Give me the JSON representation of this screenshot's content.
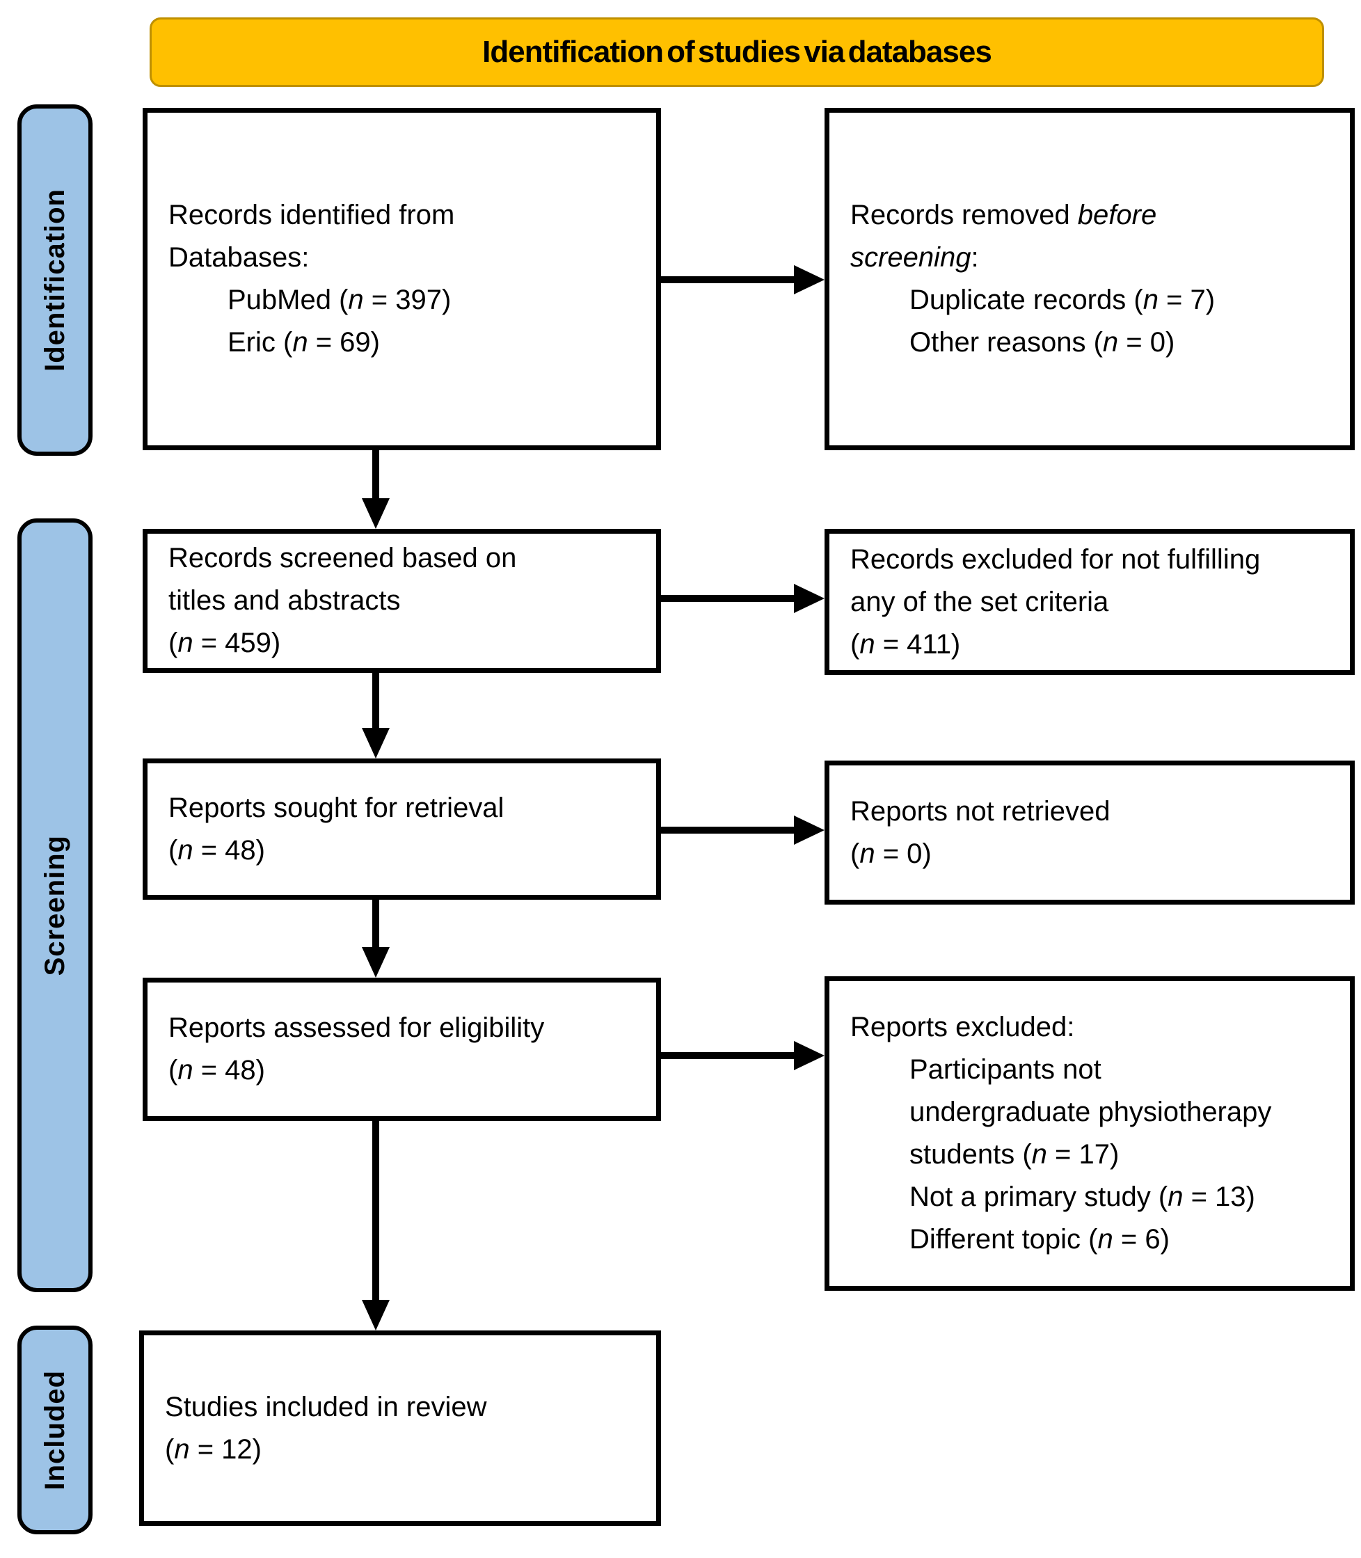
{
  "banner": {
    "title": "Identification of studies via databases"
  },
  "stages": [
    {
      "id": "identification",
      "label": "Identification"
    },
    {
      "id": "screening",
      "label": "Screening"
    },
    {
      "id": "included",
      "label": "Included"
    }
  ],
  "colors": {
    "banner_fill": "#FFC000",
    "banner_border": "#BF9000",
    "stage_fill": "#9DC3E6",
    "stage_border": "#000000",
    "box_border": "#000000",
    "arrow": "#000000",
    "text": "#000000"
  },
  "boxes": {
    "records_identified": {
      "lines": [
        {
          "indent": 0,
          "segs": [
            {
              "t": "Records identified from",
              "i": false
            }
          ]
        },
        {
          "indent": 0,
          "segs": [
            {
              "t": "Databases:",
              "i": false
            }
          ]
        },
        {
          "indent": 1,
          "segs": [
            {
              "t": "PubMed (",
              "i": false
            },
            {
              "t": "n",
              "i": true
            },
            {
              "t": " = 397)",
              "i": false
            }
          ]
        },
        {
          "indent": 1,
          "segs": [
            {
              "t": "Eric (",
              "i": false
            },
            {
              "t": "n",
              "i": true
            },
            {
              "t": " = 69)",
              "i": false
            }
          ]
        }
      ]
    },
    "records_removed": {
      "lines": [
        {
          "indent": 0,
          "segs": [
            {
              "t": "Records removed ",
              "i": false
            },
            {
              "t": "before",
              "i": true
            }
          ]
        },
        {
          "indent": 0,
          "segs": [
            {
              "t": "screening",
              "i": true
            },
            {
              "t": ":",
              "i": false
            }
          ]
        },
        {
          "indent": 1,
          "segs": [
            {
              "t": "Duplicate records (",
              "i": false
            },
            {
              "t": "n",
              "i": true
            },
            {
              "t": " = 7)",
              "i": false
            }
          ]
        },
        {
          "indent": 1,
          "segs": [
            {
              "t": "Other reasons (",
              "i": false
            },
            {
              "t": "n",
              "i": true
            },
            {
              "t": " = 0)",
              "i": false
            }
          ]
        }
      ]
    },
    "records_screened": {
      "lines": [
        {
          "indent": 0,
          "segs": [
            {
              "t": "Records screened based on",
              "i": false
            }
          ]
        },
        {
          "indent": 0,
          "segs": [
            {
              "t": "titles and abstracts",
              "i": false
            }
          ]
        },
        {
          "indent": 0,
          "segs": [
            {
              "t": "(",
              "i": false
            },
            {
              "t": "n",
              "i": true
            },
            {
              "t": " = 459)",
              "i": false
            }
          ]
        }
      ]
    },
    "records_excluded": {
      "lines": [
        {
          "indent": 0,
          "segs": [
            {
              "t": "Records excluded for not fulfilling",
              "i": false
            }
          ]
        },
        {
          "indent": 0,
          "segs": [
            {
              "t": "any of the set criteria",
              "i": false
            }
          ]
        },
        {
          "indent": 0,
          "segs": [
            {
              "t": "(",
              "i": false
            },
            {
              "t": "n",
              "i": true
            },
            {
              "t": " = 411)",
              "i": false
            }
          ]
        }
      ]
    },
    "reports_sought": {
      "lines": [
        {
          "indent": 0,
          "segs": [
            {
              "t": "Reports sought for retrieval",
              "i": false
            }
          ]
        },
        {
          "indent": 0,
          "segs": [
            {
              "t": "(",
              "i": false
            },
            {
              "t": "n",
              "i": true
            },
            {
              "t": " = 48)",
              "i": false
            }
          ]
        }
      ]
    },
    "reports_not_retrieved": {
      "lines": [
        {
          "indent": 0,
          "segs": [
            {
              "t": "Reports not retrieved",
              "i": false
            }
          ]
        },
        {
          "indent": 0,
          "segs": [
            {
              "t": "(",
              "i": false
            },
            {
              "t": "n",
              "i": true
            },
            {
              "t": " = 0)",
              "i": false
            }
          ]
        }
      ]
    },
    "reports_assessed": {
      "lines": [
        {
          "indent": 0,
          "segs": [
            {
              "t": "Reports assessed for eligibility",
              "i": false
            }
          ]
        },
        {
          "indent": 0,
          "segs": [
            {
              "t": "(",
              "i": false
            },
            {
              "t": "n",
              "i": true
            },
            {
              "t": " = 48)",
              "i": false
            }
          ]
        }
      ]
    },
    "reports_excluded": {
      "lines": [
        {
          "indent": 0,
          "segs": [
            {
              "t": "Reports excluded:",
              "i": false
            }
          ]
        },
        {
          "indent": 1,
          "segs": [
            {
              "t": "Participants not",
              "i": false
            }
          ]
        },
        {
          "indent": 1,
          "segs": [
            {
              "t": "undergraduate physiotherapy",
              "i": false
            }
          ]
        },
        {
          "indent": 1,
          "segs": [
            {
              "t": "students (",
              "i": false
            },
            {
              "t": "n",
              "i": true
            },
            {
              "t": " = 17)",
              "i": false
            }
          ]
        },
        {
          "indent": 1,
          "segs": [
            {
              "t": "Not a primary study (",
              "i": false
            },
            {
              "t": "n",
              "i": true
            },
            {
              "t": " = 13)",
              "i": false
            }
          ]
        },
        {
          "indent": 1,
          "segs": [
            {
              "t": "Different topic (",
              "i": false
            },
            {
              "t": "n",
              "i": true
            },
            {
              "t": " = 6)",
              "i": false
            }
          ]
        }
      ]
    },
    "studies_included": {
      "lines": [
        {
          "indent": 0,
          "segs": [
            {
              "t": "Studies included in review",
              "i": false
            }
          ]
        },
        {
          "indent": 0,
          "segs": [
            {
              "t": "(",
              "i": false
            },
            {
              "t": "n",
              "i": true
            },
            {
              "t": " = 12)",
              "i": false
            }
          ]
        }
      ]
    }
  }
}
